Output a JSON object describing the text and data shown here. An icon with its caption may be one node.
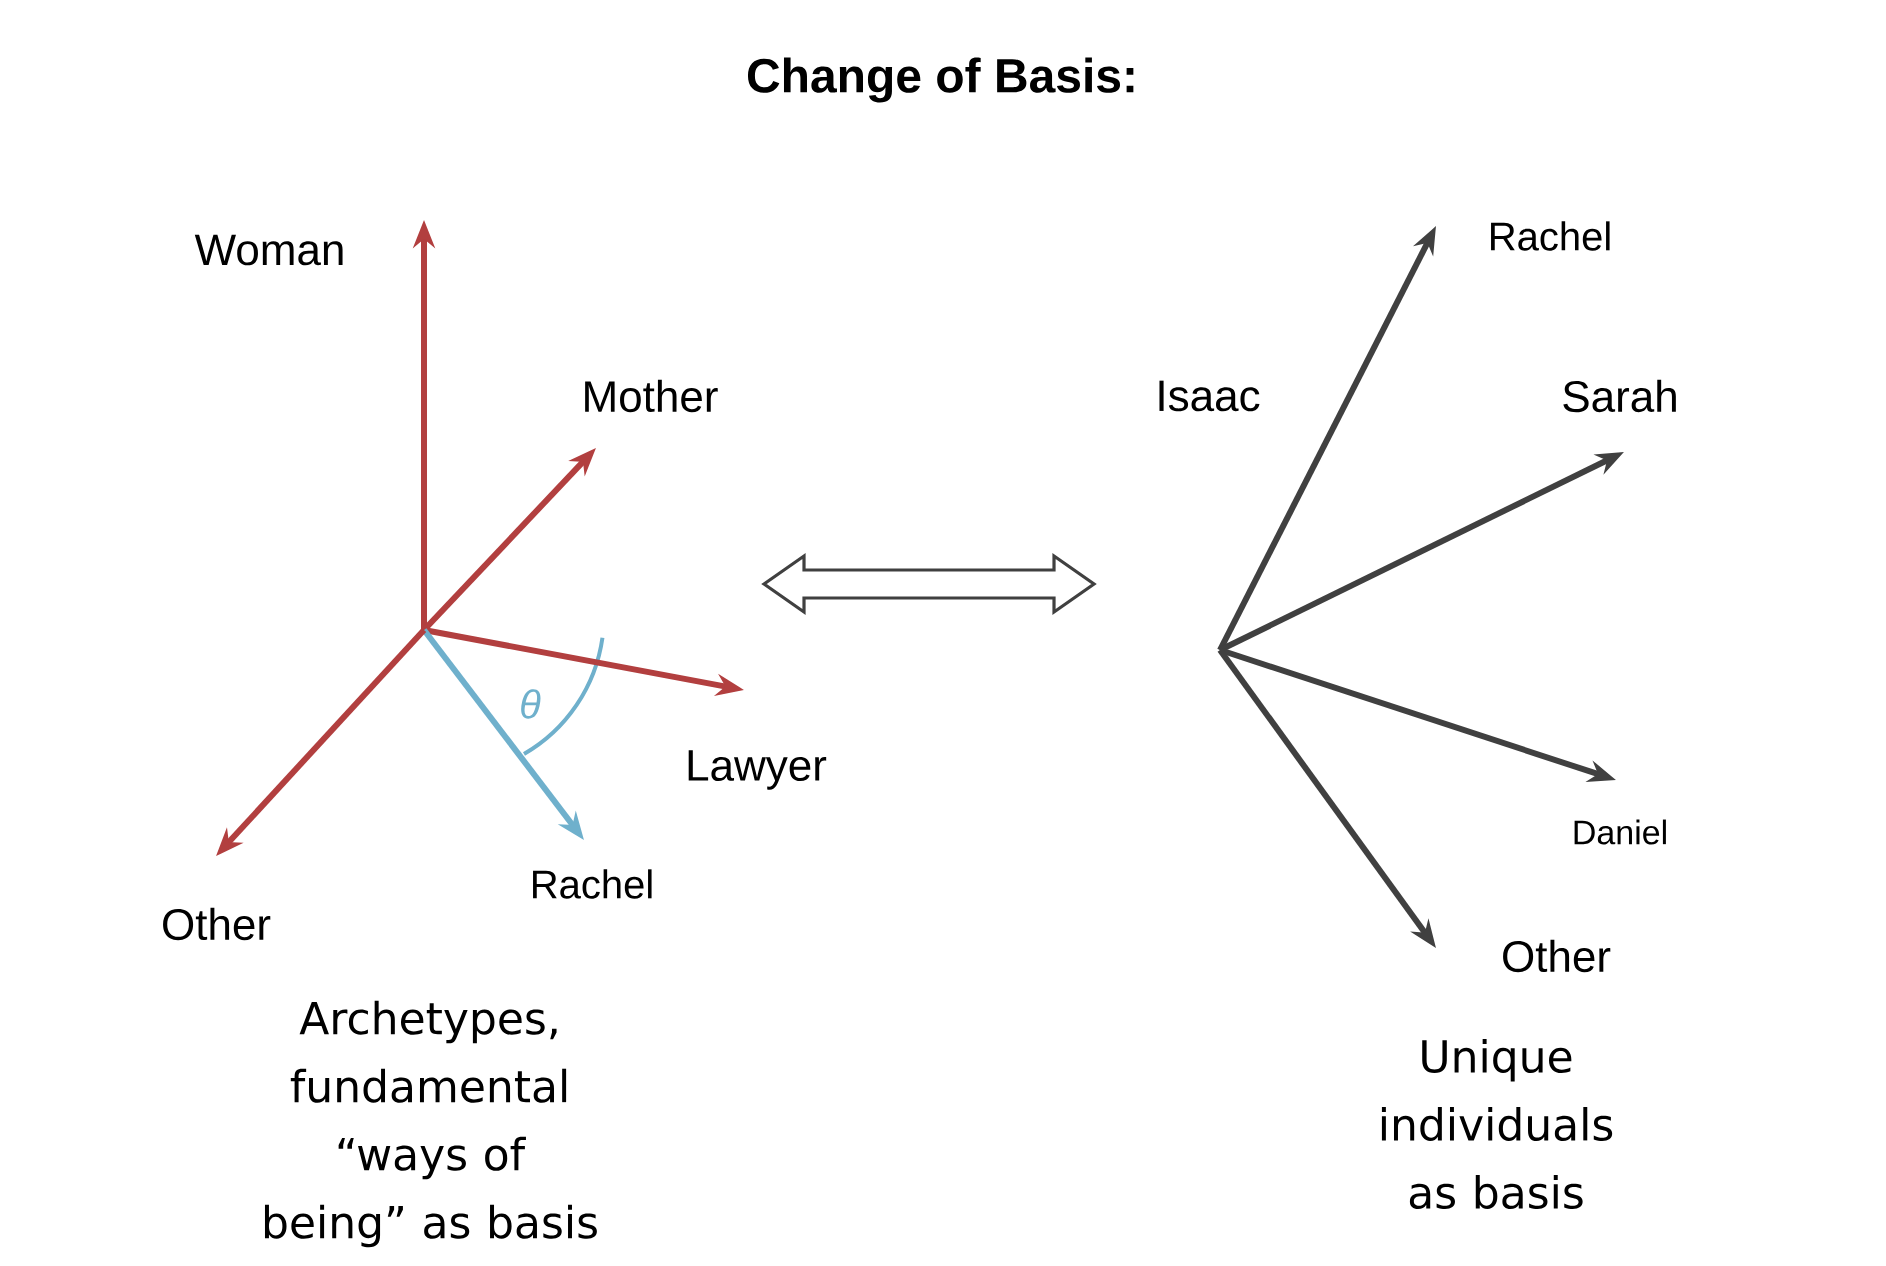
{
  "diagram": {
    "title": "Change of Basis:",
    "nodes": [
      {
        "text": [
          "Woman"
        ]
      },
      {
        "text": [
          "Mother"
        ]
      },
      {
        "text": [
          "Lawyer"
        ]
      },
      {
        "text": [
          "Rachel"
        ]
      },
      {
        "text": [
          "Other"
        ]
      },
      {
        "text": [
          "Rachel"
        ]
      },
      {
        "text": [
          "Sarah"
        ]
      },
      {
        "text": [
          "Daniel"
        ]
      },
      {
        "text": [
          "Other"
        ]
      }
    ],
    "edges": [
      {
        "from": null,
        "to": 0,
        "arrow": "to",
        "color": "#b23f3f"
      },
      {
        "from": null,
        "to": 1,
        "arrow": "to",
        "color": "#b23f3f"
      },
      {
        "from": null,
        "to": 2,
        "arrow": "to",
        "color": "#b23f3f"
      },
      {
        "from": null,
        "to": 3,
        "arrow": "to",
        "color": "#6fb0cc"
      },
      {
        "from": null,
        "to": 4,
        "arrow": "to",
        "color": "#b23f3f"
      },
      {
        "from": null,
        "to": 5,
        "arrow": "to",
        "color": "#404040"
      },
      {
        "from": null,
        "to": 6,
        "arrow": "to",
        "color": "#404040"
      },
      {
        "from": null,
        "to": 7,
        "arrow": "to",
        "color": "#404040"
      },
      {
        "from": null,
        "to": 8,
        "arrow": "to",
        "color": "#404040"
      }
    ],
    "labels": [
      "θ",
      "Isaac",
      "Archetypes, fundamental “ways of being” as basis",
      "Unique individuals as basis"
    ]
  }
}
